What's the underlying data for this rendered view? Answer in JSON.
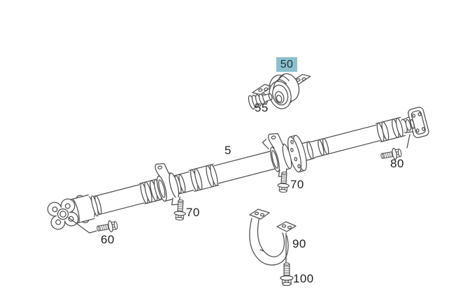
{
  "app": {
    "type": "parts-catalog-diagram",
    "subject": "Propeller shaft with center bearing and mounting hardware"
  },
  "diagram": {
    "background_color": "#ffffff",
    "line_color": "#4f4f4f",
    "highlight": {
      "bg": "#8cc0cf",
      "text_color": "#1e2f36",
      "selected_callout": "50"
    },
    "callouts": [
      {
        "key": "5",
        "text": "5",
        "part": "propeller-shaft",
        "highlighted": false
      },
      {
        "key": "50",
        "text": "50",
        "part": "center-bearing-support",
        "highlighted": true
      },
      {
        "key": "55",
        "text": "55",
        "part": "protective-boot",
        "highlighted": false
      },
      {
        "key": "60",
        "text": "60",
        "part": "front-flange-bolt",
        "highlighted": false
      },
      {
        "key": "70a",
        "text": "70",
        "part": "center-bearing-bolt-front",
        "highlighted": false
      },
      {
        "key": "70b",
        "text": "70",
        "part": "center-bearing-bolt-rear",
        "highlighted": false
      },
      {
        "key": "80",
        "text": "80",
        "part": "rear-flange-bolt",
        "highlighted": false
      },
      {
        "key": "90",
        "text": "90",
        "part": "support-bracket",
        "highlighted": false
      },
      {
        "key": "100",
        "text": "100",
        "part": "support-bracket-bolt",
        "highlighted": false
      }
    ]
  }
}
